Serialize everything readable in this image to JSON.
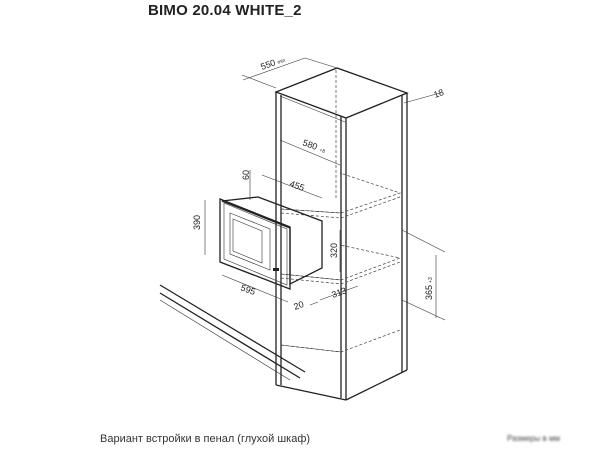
{
  "title": "BIMO 20.04 WHITE_2",
  "caption": "Вариант встройки в пенал (глухой шкаф)",
  "units_note": "Размеры в мм",
  "dimensions": {
    "cabinet_depth": "550",
    "cabinet_depth_suffix": "min",
    "panel_thickness": "18",
    "niche_width": "580",
    "niche_width_tol": "+8",
    "top_gap": "60",
    "depth_455": "455",
    "height_390": "390",
    "niche_height": "320",
    "width_595": "595",
    "offset_20": "20",
    "depth_313": "313",
    "mount_height": "365",
    "mount_height_tol": "+3"
  }
}
